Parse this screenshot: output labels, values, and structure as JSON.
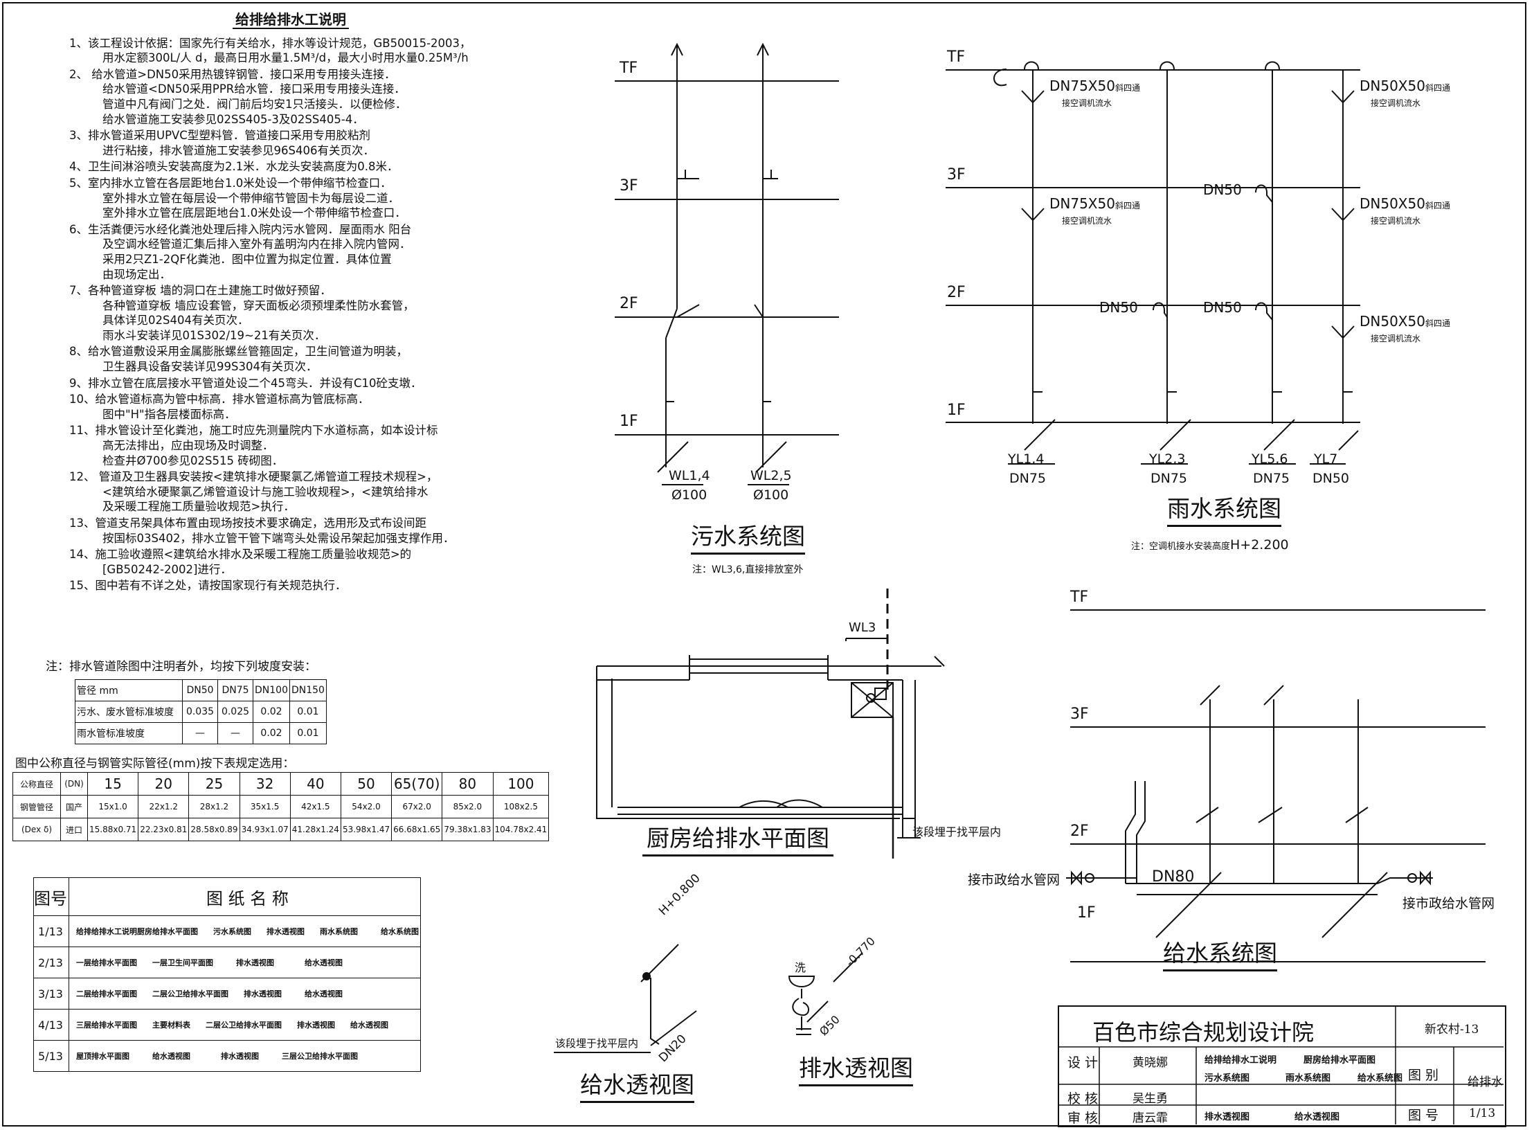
{
  "notes": {
    "title": "给排给排水工说明",
    "items": [
      [
        "1、该工程设计依据：国家先行有关给水，排水等设计规范，GB50015-2003，",
        "用水定额300L/人 d，最高日用水量1.5M³/d，最大小时用水量0.25M³/h"
      ],
      [
        "2、 给水管道>DN50采用热镀锌钢管．接口采用专用接头连接．",
        "给水管道<DN50采用PPR给水管．接口采用专用接头连接．",
        "管道中凡有阀门之处．阀门前后均安1只活接头．以便检修．",
        "给水管道施工安装参见02SS405-3及02SS405-4．"
      ],
      [
        "3、排水管道采用UPVC型塑料管．管道接口采用专用胶粘剂",
        "进行粘接，排水管道施工安装参见96S406有关页次．"
      ],
      [
        "4、卫生间淋浴喷头安装高度为2.1米．水龙头安装高度为0.8米．"
      ],
      [
        "5、室内排水立管在各层距地台1.0米处设一个带伸缩节检查口．",
        "室外排水立管在每层设一个带伸缩节管固卡为每层设二道．",
        "室外排水立管在底层距地台1.0米处设一个带伸缩节检查口．"
      ],
      [
        "6、生活粪便污水经化粪池处理后排入院内污水管网．屋面雨水 阳台",
        "及空调水经管道汇集后排入室外有盖明沟内在排入院内管网．",
        "采用2只Z1-2QF化粪池．图中位置为拟定位置．具体位置",
        "由现场定出．"
      ],
      [
        "7、各种管道穿板 墙的洞口在土建施工时做好预留．",
        "各种管道穿板 墙应设套管，穿天面板必须预埋柔性防水套管，",
        "具体详见02S404有关页次．",
        "雨水斗安装详见01S302/19~21有关页次．"
      ],
      [
        "8、给水管道敷设采用金属膨胀螺丝管箍固定，卫生间管道为明装，",
        "卫生器具设备安装详见99S304有关页次．"
      ],
      [
        "9、排水立管在底层接水平管道处设二个45弯头．并设有C10砼支墩．"
      ],
      [
        "10、给水管道标高为管中标高．排水管道标高为管底标高．",
        "图中\"H\"指各层楼面标高．"
      ],
      [
        "11、排水管设计至化粪池，施工时应先测量院内下水道标高，如本设计标",
        "高无法排出，应由现场及时调整．",
        "检查井Ø700参见02S515 砖砌图．"
      ],
      [
        "12、 管道及卫生器具安装按<建筑排水硬聚氯乙烯管道工程技术规程>，",
        "<建筑给水硬聚氯乙烯管道设计与施工验收规程>，<建筑给排水",
        "及采暖工程施工质量验收规范>执行．"
      ],
      [
        "13、管道支吊架具体布置由现场按技术要求确定，选用形及式布设间距",
        "按国标03S402，排水立管干管下端弯头处需设吊架起加强支撑作用．"
      ],
      [
        "14、施工验收遵照<建筑给水排水及采暖工程施工质量验收规范>的",
        "[GB50242-2002]进行．"
      ],
      [
        "15、图中若有不详之处，请按国家现行有关规范执行．"
      ]
    ]
  },
  "slope": {
    "note": "注：排水管道除图中注明者外，均按下列坡度安装：",
    "header": [
      "管径 mm",
      "DN50",
      "DN75",
      "DN100",
      "DN150"
    ],
    "rows": [
      [
        "污水、废水管标准坡度",
        "0.035",
        "0.025",
        "0.02",
        "0.01"
      ],
      [
        "雨水管标准坡度",
        "—",
        "—",
        "0.02",
        "0.01"
      ]
    ]
  },
  "pipe_table": {
    "note": "图中公称直径与钢管实际管径(mm)按下表规定选用：",
    "header": [
      "公称直径",
      "(DN)",
      "15",
      "20",
      "25",
      "32",
      "40",
      "50",
      "65(70)",
      "80",
      "100"
    ],
    "row1": [
      "钢管管径",
      "国产",
      "15x1.0",
      "22x1.2",
      "28x1.2",
      "35x1.5",
      "42x1.5",
      "54x2.0",
      "67x2.0",
      "85x2.0",
      "108x2.5"
    ],
    "row2": [
      "(Dex δ)",
      "进口",
      "15.88x0.71",
      "22.23x0.81",
      "28.58x0.89",
      "34.93x1.07",
      "41.28x1.24",
      "53.98x1.47",
      "66.68x1.65",
      "79.38x1.83",
      "104.78x2.41"
    ]
  },
  "drawing_list": {
    "header": [
      "图号",
      "图 纸 名 称"
    ],
    "rows": [
      [
        "1/13",
        "给排给排水工说明厨房给排水平面图　　污水系统图　　排水透视图　　雨水系统图　　　给水系统图"
      ],
      [
        "2/13",
        "一层给排水平面图　　一层卫生间平面图　　　排水透视图　　　　给水透视图"
      ],
      [
        "3/13",
        "二层给排水平面图　　二层公卫给排水平面图　　排水透视图　　　给水透视图"
      ],
      [
        "4/13",
        "三层给排水平面图　　主要材料表　　二层公卫给排水平面图　　排水透视图　　给水透视图"
      ],
      [
        "5/13",
        "屋顶排水平面图　　　给水透视图　　　　排水透视图　　　三层公卫给排水平面图"
      ]
    ]
  },
  "sewage": {
    "title": "污水系统图",
    "note": "注：WL3,6,直接排放室外",
    "floors": [
      "TF",
      "3F",
      "2F",
      "1F"
    ],
    "pipes": [
      {
        "label": "WL1,4",
        "dn": "Ø100"
      },
      {
        "label": "WL2,5",
        "dn": "Ø100"
      }
    ]
  },
  "rain": {
    "title": "雨水系统图",
    "note_prefix": "注：空调机接水安装高度",
    "note_value": "H+2.200",
    "floors": [
      "TF",
      "3F",
      "2F",
      "1F"
    ],
    "tags": [
      "DN75X50",
      "DN75X50",
      "DN50X50",
      "DN50X50",
      "DN50X50",
      "DN50",
      "DN50",
      "DN50"
    ],
    "tag_suffix": "斜四通",
    "sub_note": "接空调机流水",
    "pipes": [
      {
        "label": "YL1,4",
        "dn": "DN75"
      },
      {
        "label": "YL2,3",
        "dn": "DN75"
      },
      {
        "label": "YL5,6",
        "dn": "DN75"
      },
      {
        "label": "YL7",
        "dn": "DN50"
      }
    ]
  },
  "kitchen": {
    "title": "厨房给排水平面图",
    "wl": "WL3",
    "note": "该段埋于找平层内"
  },
  "supply": {
    "title": "给水系统图",
    "floors": [
      "TF",
      "3F",
      "2F",
      "1F"
    ],
    "dn": "DN80",
    "left_label": "接市政给水管网",
    "right_label": "接市政给水管网"
  },
  "supply_view": {
    "title": "给水透视图",
    "height": "H+0.800",
    "dn": "DN20",
    "note": "该段埋于找平层内"
  },
  "drain_view": {
    "title": "排水透视图",
    "wash": "洗",
    "height": "-0.770",
    "dn": "Ø50"
  },
  "title_block": {
    "company": "百色市综合规划设计院",
    "project": "新农村-13",
    "roles": [
      {
        "role": "设 计",
        "name": "黄晓娜"
      },
      {
        "role": "校 核",
        "name": "吴生勇"
      },
      {
        "role": "审 核",
        "name": "唐云霏"
      }
    ],
    "contents": [
      "给排给排水工说明　　　厨房给排水平面图",
      "污水系统图　　　　雨水系统图　　　给水系统图",
      "排水透视图　　　　　给水透视图"
    ],
    "category_label": "图 别",
    "category": "给排水",
    "number_label": "图 号",
    "number": "1/13"
  }
}
